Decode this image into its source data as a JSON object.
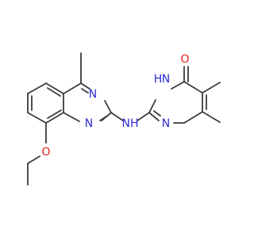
{
  "molecule": {
    "atom_labels": {
      "n_q1": "N",
      "n_q2": "N",
      "nh_link": "NH",
      "n_p1": "N",
      "nh_p": "H",
      "n_p_label": "N",
      "o_carbonyl": "O",
      "o_ether": "O"
    },
    "colors": {
      "bond": "#3b3b3b",
      "nitrogen": "#2d2dd6",
      "oxygen": "#e02020",
      "background": "#ffffff"
    }
  }
}
